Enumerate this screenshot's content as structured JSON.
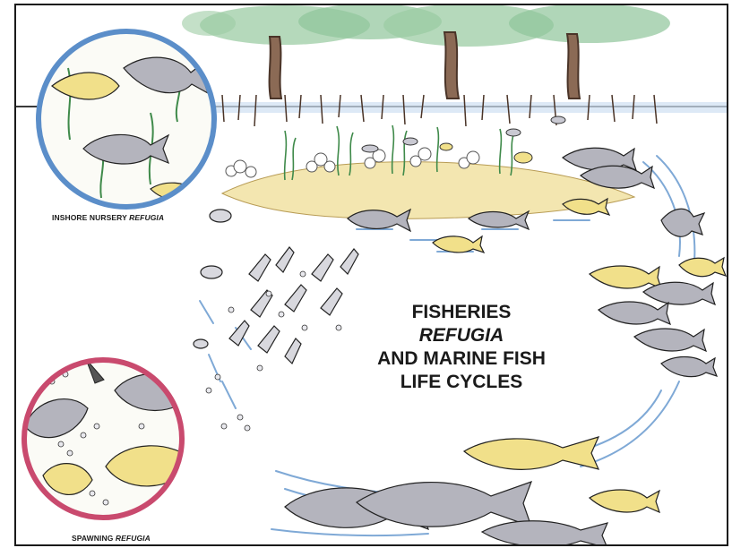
{
  "title": {
    "line1": "FISHERIES",
    "line2": "REFUGIA",
    "line3": "AND MARINE FISH",
    "line4": "LIFE CYCLES"
  },
  "insets": {
    "nursery": {
      "label_plain": "INSHORE NURSERY ",
      "label_italic": "REFUGIA",
      "ring_color": "#5b8ec9"
    },
    "spawning": {
      "label_plain": "SPAWNING ",
      "label_italic": "REFUGIA",
      "ring_color": "#c94a6e"
    }
  },
  "colors": {
    "water": "#7fa9d6",
    "sand": "#f1e3a8",
    "seagrass": "#3f8a4a",
    "mangrove_canopy": "#8fc49a",
    "trunk": "#6b4a3a",
    "gray_fish": "#a9a9b3",
    "yellow_fish": "#f1e08a"
  }
}
